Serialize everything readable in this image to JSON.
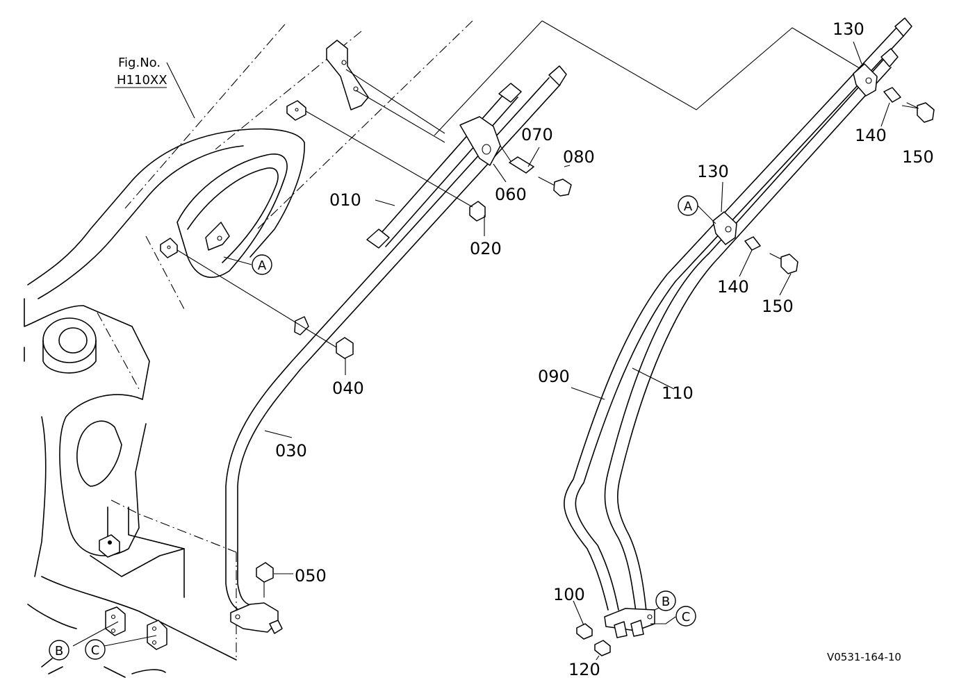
{
  "figure_reference": {
    "line1": "Fig.No.",
    "line2": "H110XX"
  },
  "drawing_code": "V0531-164-10",
  "part_numbers": {
    "p010": "010",
    "p020": "020",
    "p030": "030",
    "p040": "040",
    "p050": "050",
    "p060": "060",
    "p070": "070",
    "p080": "080",
    "p090": "090",
    "p100": "100",
    "p110": "110",
    "p120": "120",
    "p130a": "130",
    "p130b": "130",
    "p140a": "140",
    "p140b": "140",
    "p150a": "150",
    "p150b": "150"
  },
  "reference_marks": {
    "a_left": "A",
    "a_right": "A",
    "b_left": "B",
    "c_left": "C",
    "b_right": "B",
    "c_right": "C"
  }
}
